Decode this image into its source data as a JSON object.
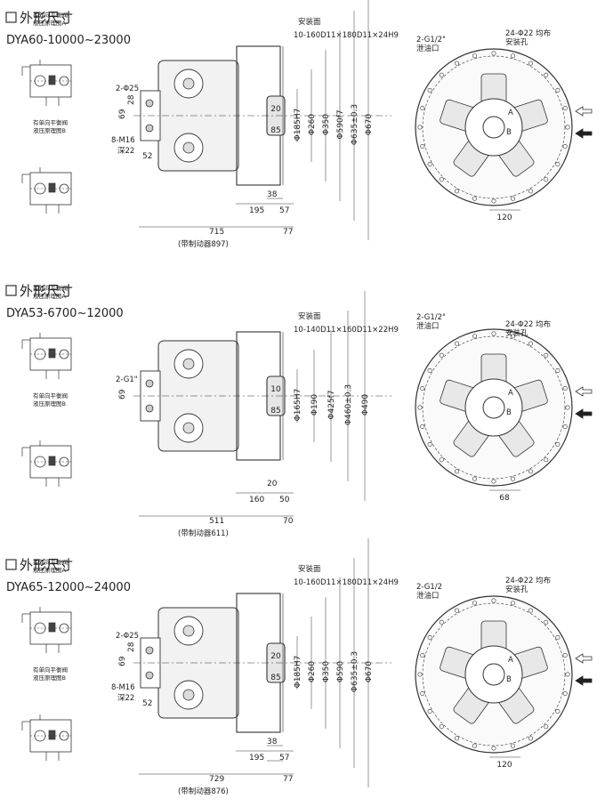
{
  "sections": [
    {
      "title": "外形尺寸",
      "model": "DYA60-10000~23000",
      "schematics": [
        "有双向平衡阀\n液压原理图A",
        "有单向平衡阀\n液压原理图B"
      ],
      "side": {
        "face_label": "安装面",
        "spline": "10-160D11×180D11×24H9",
        "port": "2-Φ25",
        "thread": "8-M16",
        "depth": "深22",
        "vert": [
          "69",
          "28",
          "52"
        ],
        "pocket": [
          "20",
          "85"
        ],
        "diameters": [
          "Φ185H7",
          "Φ260",
          "Φ350",
          "Φ590f7",
          "Φ635±0.3",
          "Φ670"
        ],
        "lower": [
          "38",
          "195",
          "57",
          "715",
          "77"
        ],
        "brake": "(带制动器897)"
      },
      "front": {
        "drain": "2-G1/2\"\n泄油口",
        "holes": "24-Φ22 均布\n安装孔",
        "a": "A",
        "b": "B",
        "width": "120"
      }
    },
    {
      "title": "外形尺寸",
      "model": "DYA53-6700~12000",
      "schematics": [
        "有双向平衡阀\n液压原理图A",
        "有单向平衡阀\n液压原理图B"
      ],
      "side": {
        "face_label": "安装面",
        "spline": "10-140D11×160D11×22H9",
        "port": "2-G1\"",
        "vert": [
          "69"
        ],
        "pocket": [
          "10",
          "85"
        ],
        "diameters": [
          "Φ165H7",
          "Φ190",
          "Φ425f7",
          "Φ460±0.3",
          "Φ490"
        ],
        "lower": [
          "20",
          "160",
          "50",
          "511",
          "70"
        ],
        "brake": "(带制动器611)"
      },
      "front": {
        "drain": "2-G1/2\"\n泄油口",
        "holes": "24-Φ22 均布\n安装孔",
        "a": "A",
        "b": "B",
        "width": "68"
      }
    },
    {
      "title": "外形尺寸",
      "model": "DYA65-12000~24000",
      "schematics": [
        "有双向平衡阀\n液压原理图A",
        "有单向平衡阀\n液压原理图B"
      ],
      "side": {
        "face_label": "安装面",
        "spline": "10-160D11×180D11×24H9",
        "port": "2-Φ25",
        "thread": "8-M16",
        "depth": "深22",
        "vert": [
          "69",
          "28",
          "52"
        ],
        "pocket": [
          "20",
          "85"
        ],
        "diameters": [
          "Φ185H7",
          "Φ260",
          "Φ350",
          "Φ590",
          "Φ635±0.3",
          "Φ670"
        ],
        "lower": [
          "38",
          "195",
          "57",
          "729",
          "77"
        ],
        "brake": "(带制动器876)"
      },
      "front": {
        "drain": "2-G1/2\n泄油口",
        "holes": "24-Φ22 均布\n安装孔",
        "a": "A",
        "b": "B",
        "width": "120"
      }
    }
  ]
}
